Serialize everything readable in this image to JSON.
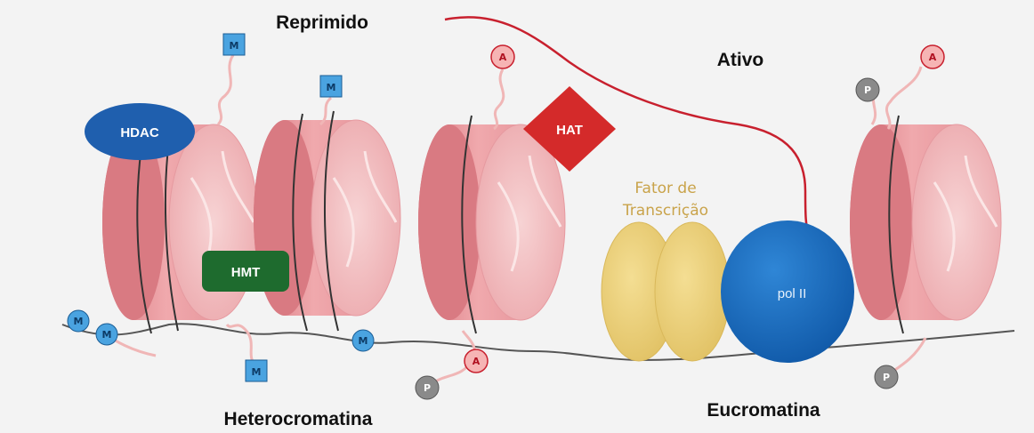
{
  "labels": {
    "repressed": "Reprimido",
    "active": "Ativo",
    "heterochromatin": "Heterocromatina",
    "euchromatin": "Eucromatina"
  },
  "proteins": {
    "hdac": "HDAC",
    "hmt": "HMT",
    "hat": "HAT",
    "pol2": "pol II",
    "tf_line1": "Fator de",
    "tf_line2": "Transcrição"
  },
  "marks": {
    "methyl": "M",
    "acetyl": "A",
    "phospho": "P"
  },
  "colors": {
    "nucleosome": "#e89aa0",
    "nucleosome_face": "#f4c6c8",
    "hdac": "#1f5fae",
    "hmt": "#1e6b2e",
    "hat": "#d42a2a",
    "pol2": "#1a6fc4",
    "tf": "#ecd27a",
    "tf_text": "#c9a34a",
    "dna": "#444444",
    "tail": "#f0b6b6",
    "rna": "#c8202e"
  }
}
